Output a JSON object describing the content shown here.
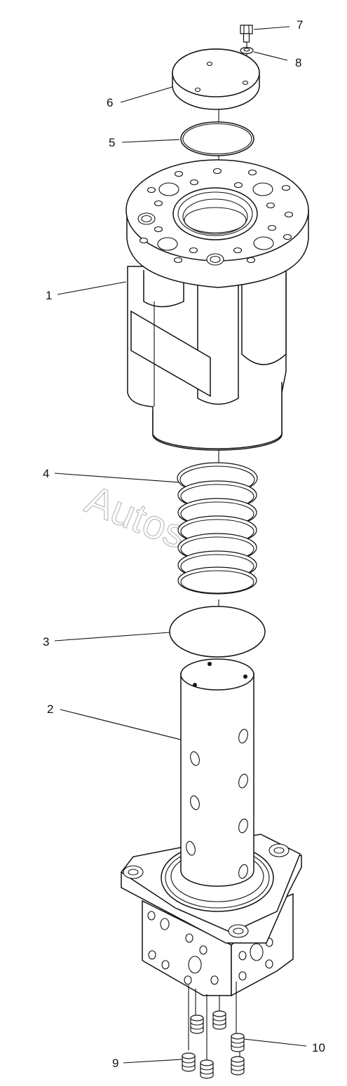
{
  "watermark": "Autosoft",
  "colors": {
    "line": "#111111",
    "background": "#ffffff",
    "watermark": "#bdbdbd"
  },
  "callouts": [
    {
      "id": "c7",
      "label": "7"
    },
    {
      "id": "c8",
      "label": "8"
    },
    {
      "id": "c6",
      "label": "6"
    },
    {
      "id": "c5",
      "label": "5"
    },
    {
      "id": "c1",
      "label": "1"
    },
    {
      "id": "c4",
      "label": "4"
    },
    {
      "id": "c3",
      "label": "3"
    },
    {
      "id": "c2",
      "label": "2"
    },
    {
      "id": "c10",
      "label": "10"
    },
    {
      "id": "c9",
      "label": "9"
    }
  ]
}
